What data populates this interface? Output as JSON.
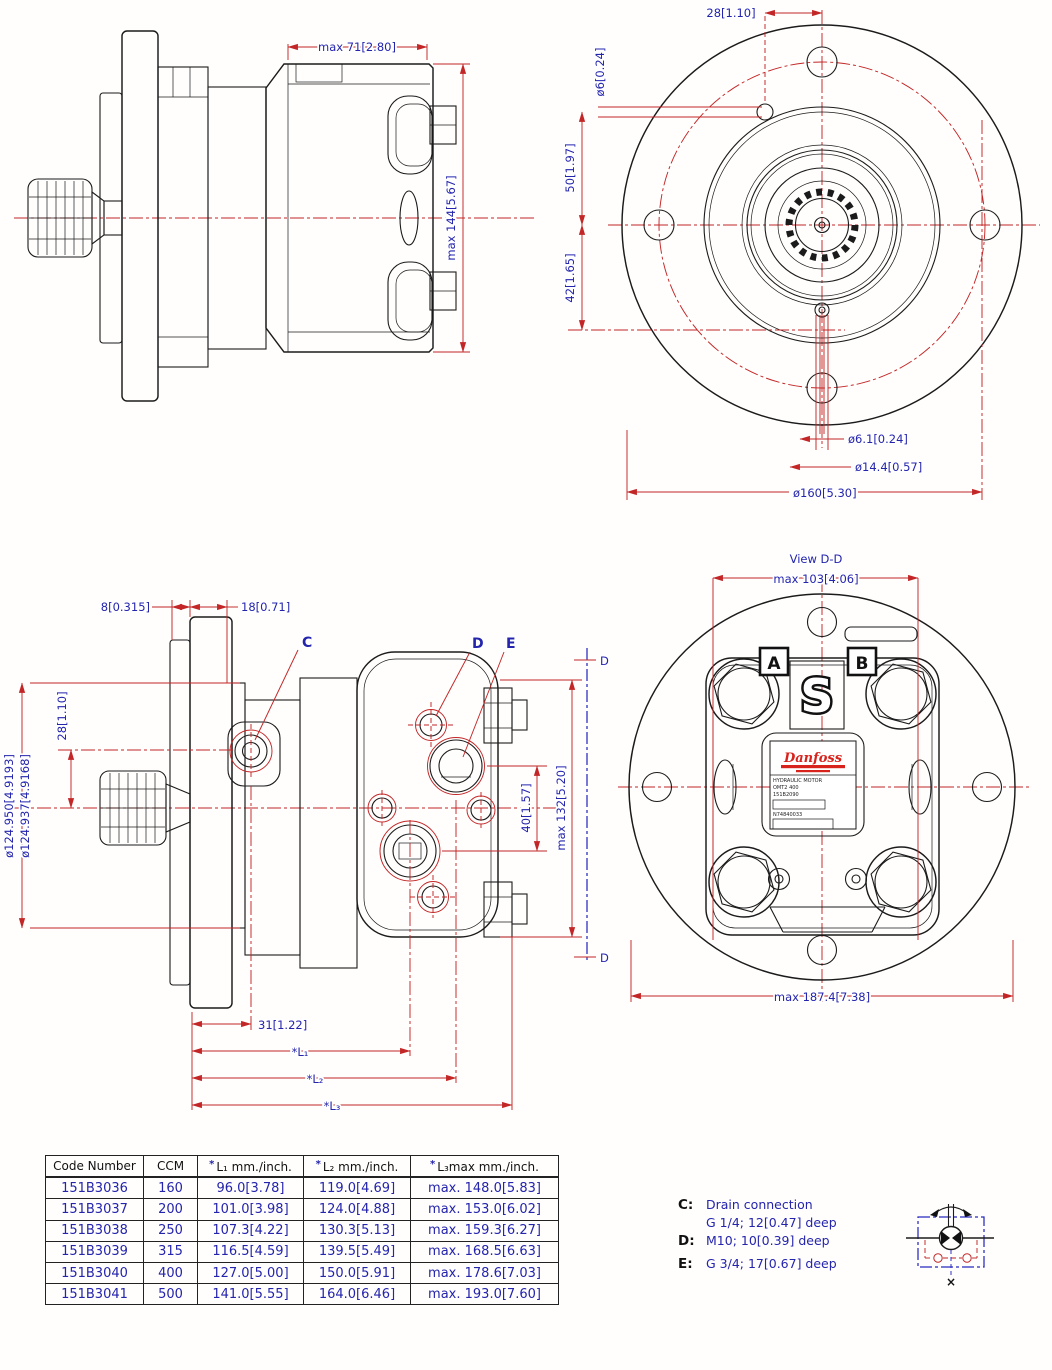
{
  "colors": {
    "dim_line": "#c22626",
    "dim_text": "#2424ad",
    "line": "#1b1b1b",
    "logo_red": "#d8231d",
    "section": "#2828c0"
  },
  "v1": {
    "dim_width": "max 71[2.80]",
    "dim_height": "max 144[5.67]"
  },
  "v2": {
    "dim_28": "28[1.10]",
    "dim_hole": "ø6[0.24]",
    "dim_50": "50[1.97]",
    "dim_42": "42[1.65]",
    "dim_pin": "ø6.1[0.24]",
    "dim_pin_cb": "ø14.4[0.57]",
    "dim_od": "ø160[5.30]"
  },
  "v3": {
    "dim_8": "8[0.315]",
    "dim_18": "18[0.71]",
    "dim_28": "28[1.10]",
    "dim_pilot_max": "ø124.950[4.9193]",
    "dim_pilot_min": "ø124.937[4.9168]",
    "dim_40": "40[1.57]",
    "dim_max132": "max 132[5.20]",
    "dim_31": "31[1.22]",
    "dim_l1": "*L₁",
    "dim_l2": "*L₂",
    "dim_l3": "*L₃",
    "label_c": "C",
    "label_d": "D",
    "label_e": "E",
    "section_label": "D"
  },
  "v4": {
    "title": "View D-D",
    "dim_width": "max 103[4.06]",
    "dim_od": "max 187.4[7.38]",
    "label_a": "A",
    "label_b": "B",
    "logo_letter": "S",
    "plate_brand": "Danfoss",
    "plate_line1": "HYDRAULIC MOTOR",
    "plate_line2": "OMT2 400",
    "plate_line3": "151B2090",
    "plate_line4": "N74840033"
  },
  "table": {
    "headers": {
      "code": "Code Number",
      "ccm": "CCM",
      "star": "*",
      "l1": "L₁ mm./inch.",
      "l2": "L₂ mm./inch.",
      "l3": "L₃max mm./inch."
    },
    "rows": [
      {
        "code": "151B3036",
        "ccm": "160",
        "l1": "96.0[3.78]",
        "l2": "119.0[4.69]",
        "l3": "max. 148.0[5.83]"
      },
      {
        "code": "151B3037",
        "ccm": "200",
        "l1": "101.0[3.98]",
        "l2": "124.0[4.88]",
        "l3": "max. 153.0[6.02]"
      },
      {
        "code": "151B3038",
        "ccm": "250",
        "l1": "107.3[4.22]",
        "l2": "130.3[5.13]",
        "l3": "max. 159.3[6.27]"
      },
      {
        "code": "151B3039",
        "ccm": "315",
        "l1": "116.5[4.59]",
        "l2": "139.5[5.49]",
        "l3": "max. 168.5[6.63]"
      },
      {
        "code": "151B3040",
        "ccm": "400",
        "l1": "127.0[5.00]",
        "l2": "150.0[5.91]",
        "l3": "max. 178.6[7.03]"
      },
      {
        "code": "151B3041",
        "ccm": "500",
        "l1": "141.0[5.55]",
        "l2": "164.0[6.46]",
        "l3": "max. 193.0[7.60]"
      }
    ]
  },
  "notes": {
    "c_key": "C:",
    "c_line1": "Drain connection",
    "c_line2": "G 1/4; 12[0.47] deep",
    "d_key": "D:",
    "d_line": "M10; 10[0.39] deep",
    "e_key": "E:",
    "e_line": "G 3/4; 17[0.67] deep"
  },
  "symbol": {
    "drain_plug": "×"
  }
}
